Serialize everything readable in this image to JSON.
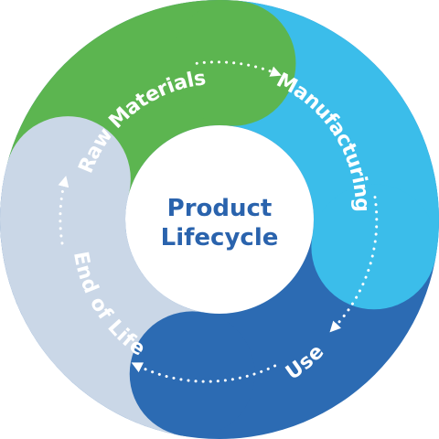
{
  "title": {
    "line1": "Product",
    "line2": "Lifecycle"
  },
  "stages": [
    {
      "label": "Raw Materials",
      "color": "#5cb550"
    },
    {
      "label": "Manufacturing",
      "color": "#3bbdea"
    },
    {
      "label": "Use",
      "color": "#2c6bb3"
    },
    {
      "label": "End of Life",
      "color": "#cad7e7"
    }
  ],
  "colors": {
    "title": "#2a63ad",
    "connector": "#ffffff",
    "center": "#ffffff"
  }
}
